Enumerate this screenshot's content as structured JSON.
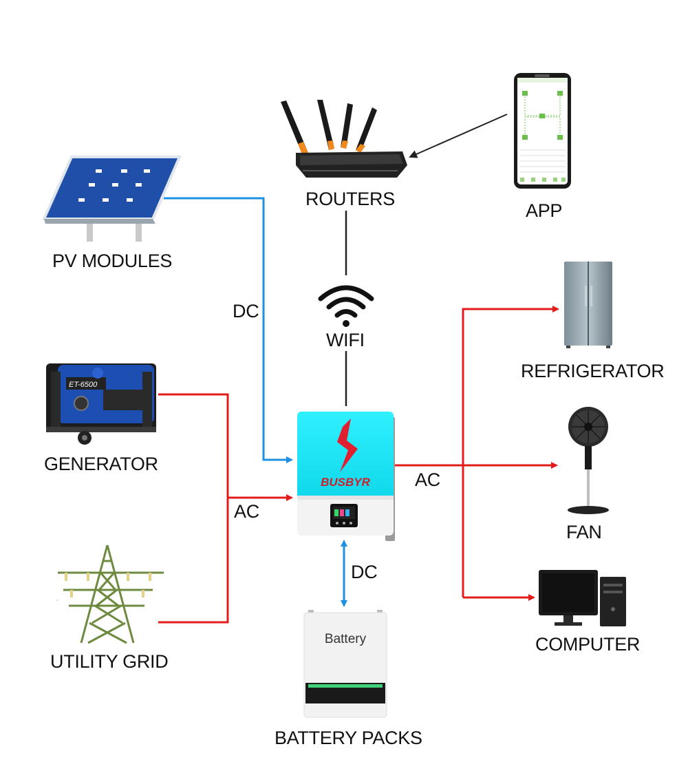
{
  "labels": {
    "pv": "PV MODULES",
    "routers": "ROUTERS",
    "app": "APP",
    "wifi": "WIFI",
    "generator": "GENERATOR",
    "utility": "UTILITY GRID",
    "refrigerator": "REFRIGERATOR",
    "fan": "FAN",
    "computer": "COMPUTER",
    "battery_packs": "BATTERY PACKS"
  },
  "flows": {
    "dc_pv": "DC",
    "ac_in": "AC",
    "ac_out": "AC",
    "dc_battery": "DC"
  },
  "inverter": {
    "brand": "BUSBYR"
  },
  "battery": {
    "panel_label": "Battery"
  },
  "colors": {
    "dc_line": "#1e90e0",
    "ac_line": "#e31b1b",
    "data_line": "#222222",
    "inverter_top": "#14e6f5",
    "solar_panel": "#1f4fa8"
  },
  "icons": [
    "solar-panel-icon",
    "router-icon",
    "phone-app-icon",
    "wifi-icon",
    "generator-icon",
    "transmission-tower-icon",
    "inverter-icon",
    "battery-icon",
    "refrigerator-icon",
    "fan-icon",
    "computer-icon"
  ]
}
